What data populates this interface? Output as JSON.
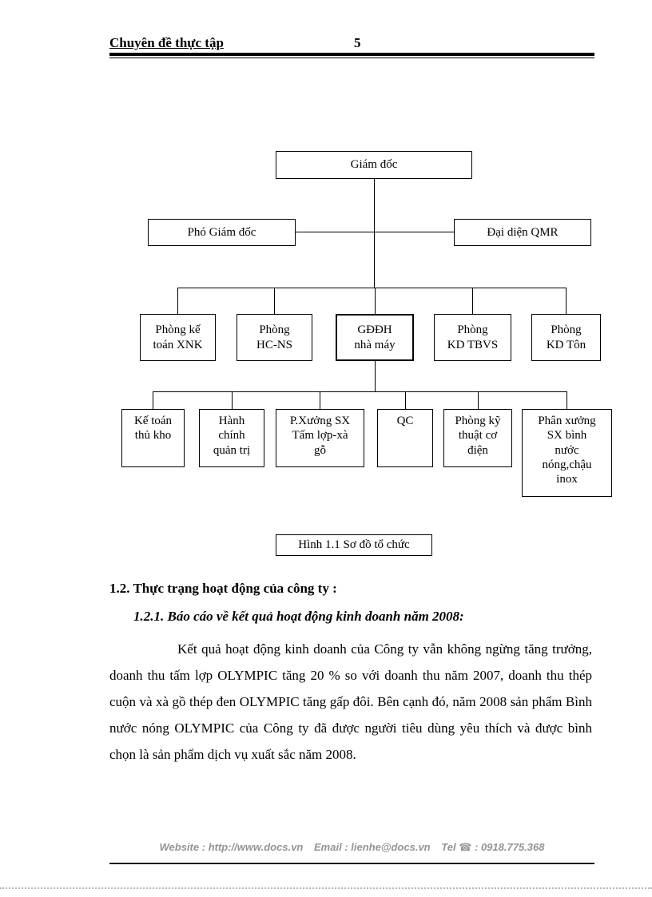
{
  "header": {
    "title": "Chuyên đề thực tập",
    "page_number": "5"
  },
  "chart": {
    "caption": "Hình  1.1  Sơ đồ tổ chức",
    "director": "Giám  đốc",
    "deputy": "Phó Giám  đốc",
    "qmr": "Đại diện QMR",
    "dept_ketoan_xnk": "Phòng kế\ntoán XNK",
    "dept_hcns": "Phòng\nHC-NS",
    "dept_gddh": "GĐĐH\nnhà máy",
    "dept_kd_tbvs": "Phòng\nKD TBVS",
    "dept_kd_ton": "Phòng\nKD Tôn",
    "unit_ketoan_thukho": "Kế toán\nthủ kho",
    "unit_hanhchinh": "Hành\nchính\nquản trị",
    "unit_pxuong_sx": "P.Xưởng SX\nTấm lợp-xà\ngỗ",
    "unit_qc": "QC",
    "unit_kythuat": "Phòng kỹ\nthuật cơ\nđiện",
    "unit_phanxuong": "Phân xưởng\nSX bình\nnước\nnóng,chậu\ninox"
  },
  "content": {
    "heading_1_2": "1.2. Thực trạng hoạt động của công ty :",
    "heading_1_2_1": "1.2.1. Báo cáo về kết quả hoạt động kinh doanh năm 2008:",
    "paragraph": "Kết quả hoạt động kinh doanh của Công ty vẫn không ngừng tăng trưởng, doanh thu tấm lợp OLYMPIC tăng 20 % so với doanh thu năm 2007, doanh thu thép cuộn và xà gồ thép đen OLYMPIC tăng gấp đôi. Bên cạnh đó, năm 2008 sản phẩm Bình nước nóng OLYMPIC của Công ty đã được người tiêu dùng yêu thích và được bình chọn là sản phẩm dịch vụ xuất sắc năm 2008."
  },
  "footer": {
    "website_label": "Website :",
    "website_url": "http://www.docs.vn",
    "email_label": "Email  :",
    "email_address": "lienhe@docs.vn",
    "tel_label": "Tel",
    "phone_icon": "☎",
    "tel_number": ": 0918.775.368"
  }
}
